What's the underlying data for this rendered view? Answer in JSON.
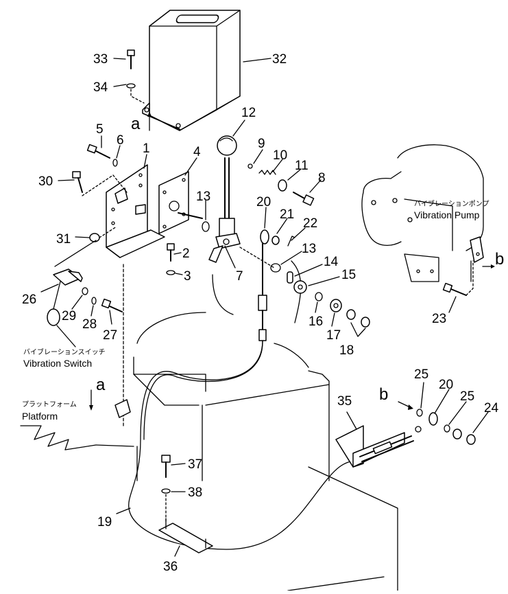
{
  "callouts": {
    "n1": "1",
    "n2": "2",
    "n3": "3",
    "n4": "4",
    "n5": "5",
    "n6": "6",
    "n7": "7",
    "n8": "8",
    "n9": "9",
    "n10": "10",
    "n11": "11",
    "n12": "12",
    "n13a": "13",
    "n13b": "13",
    "n14": "14",
    "n15": "15",
    "n16": "16",
    "n17": "17",
    "n18": "18",
    "n19": "19",
    "n20a": "20",
    "n20b": "20",
    "n21": "21",
    "n22": "22",
    "n23": "23",
    "n24": "24",
    "n25a": "25",
    "n25b": "25",
    "n26": "26",
    "n27": "27",
    "n28": "28",
    "n29": "29",
    "n30": "30",
    "n31": "31",
    "n32": "32",
    "n33": "33",
    "n34": "34",
    "n35": "35",
    "n36": "36",
    "n37": "37",
    "n38": "38"
  },
  "view_markers": {
    "a_top": "a",
    "a_left": "a",
    "b_right": "b",
    "b_lower": "b"
  },
  "labels": {
    "vibration_pump_jp": "バイブレーションポンプ",
    "vibration_pump_en": "Vibration Pump",
    "vibration_switch_jp": "バイブレーションスイッチ",
    "vibration_switch_en": "Vibration Switch",
    "platform_jp": "プラットフォーム",
    "platform_en": "Platform"
  }
}
